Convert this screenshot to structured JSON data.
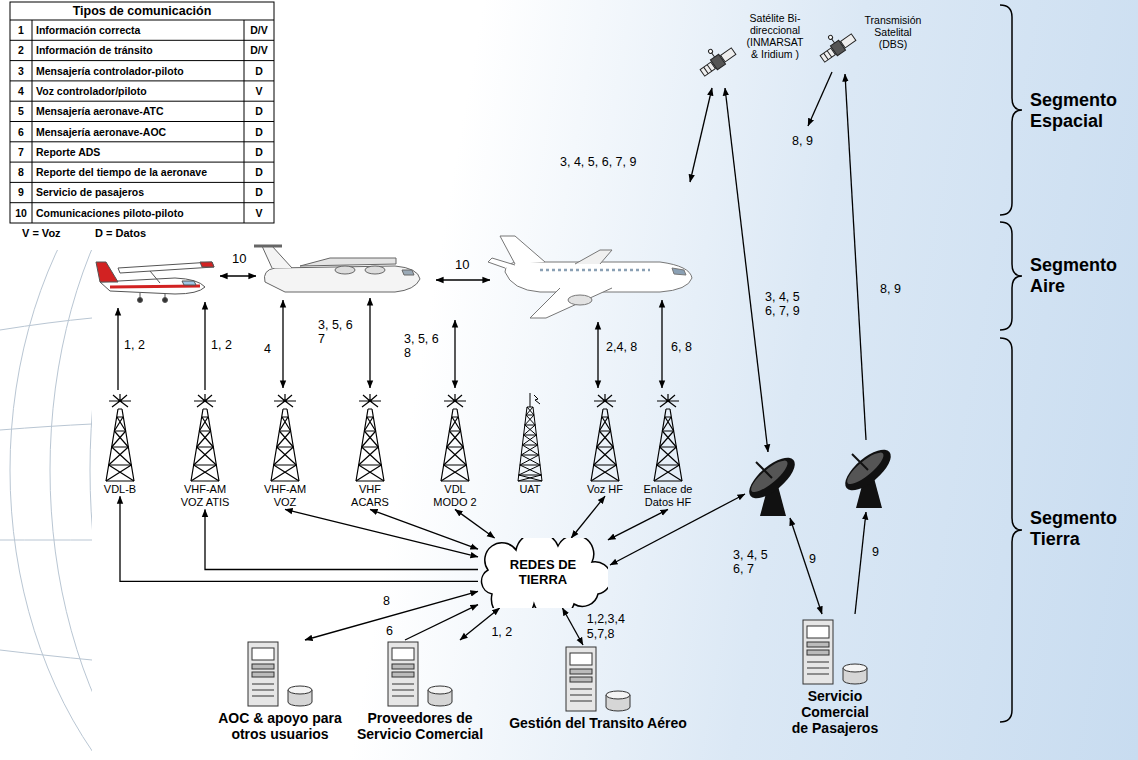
{
  "diagram": {
    "nodes": [
      {
        "text": [
          "Satélite Bi-direccional (INMARSAT & Iridium )"
        ]
      },
      {
        "text": [
          "Transmisión Satelital (DBS)"
        ]
      },
      {
        "text": [
          "VDL-B"
        ]
      },
      {
        "text": [
          "VHF-AM VOZ ATIS"
        ]
      },
      {
        "text": [
          "VHF-AM VOZ"
        ]
      },
      {
        "text": [
          "VHF ACARS"
        ]
      },
      {
        "text": [
          "VDL MODO 2"
        ]
      },
      {
        "text": [
          "UAT"
        ]
      },
      {
        "text": [
          "Voz HF"
        ]
      },
      {
        "text": [
          "Enlace de Datos HF"
        ]
      },
      {
        "text": [
          "REDES DE TIERRA"
        ]
      },
      {
        "text": [
          "AOC & apoyo para otros usuarios"
        ]
      },
      {
        "text": [
          "Proveedores de Servicio Comercial"
        ]
      },
      {
        "text": [
          "Gestión del Transito Aéreo"
        ]
      },
      {
        "text": [
          "Servicio Comercial de Pasajeros"
        ]
      }
    ],
    "edges": [
      {
        "from": 10,
        "to": 2,
        "arrow": "to"
      },
      {
        "from": 10,
        "to": 3,
        "arrow": "to"
      },
      {
        "from": 10,
        "to": 4,
        "arrow": "both"
      },
      {
        "from": 10,
        "to": 5,
        "arrow": "both"
      },
      {
        "from": 10,
        "to": 6,
        "arrow": "both"
      },
      {
        "from": 10,
        "to": 8,
        "arrow": "both"
      },
      {
        "from": 10,
        "to": 9,
        "arrow": "both"
      },
      {
        "from": 11,
        "to": 10,
        "arrow": "both",
        "label": "8"
      },
      {
        "from": 12,
        "to": 10,
        "arrow": "to",
        "label": "6"
      },
      {
        "from": 12,
        "to": 10,
        "arrow": "both",
        "label": "1, 2"
      },
      {
        "from": 13,
        "to": 10,
        "arrow": "both",
        "label": "1,2,3,4 5,7,8"
      }
    ],
    "labels": [
      "Tipos de comunicación",
      "1",
      "Información correcta",
      "D/V",
      "2",
      "Información de tránsito",
      "D/V",
      "3",
      "Mensajería controlador-piloto",
      "D",
      "4",
      "Voz controlador/piloto",
      "V",
      "5",
      "Mensajería aeronave-ATC",
      "D",
      "6",
      "Mensajería aeronave-AOC",
      "D",
      "7",
      "Reporte ADS",
      "D",
      "8",
      "Reporte del tiempo de la aeronave",
      "D",
      "9",
      "Servicio de pasajeros",
      "D",
      "10",
      "Comunicaciones piloto-piloto",
      "V",
      "V = Voz",
      "D = Datos",
      "10",
      "10",
      "1, 2",
      "1, 2",
      "4",
      "3, 5, 6 7",
      "3, 5, 6 8",
      "2,4, 8",
      "6, 8",
      "3, 4, 5, 6, 7, 9",
      "3, 4, 5 6, 7, 9",
      "8, 9",
      "8, 9",
      "3, 4, 5 6, 7",
      "9",
      "9",
      "Segmento Espacial",
      "Segmento Aire",
      "Segmento Tierra"
    ]
  }
}
